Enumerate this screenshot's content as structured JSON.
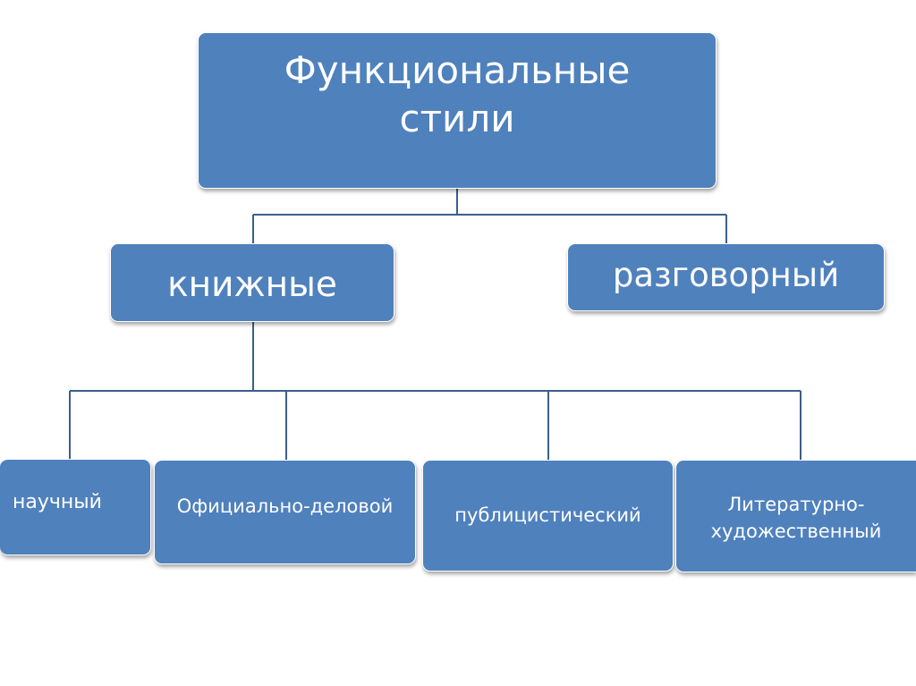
{
  "diagram": {
    "root": {
      "line1": "Функциональные",
      "line2": "стили"
    },
    "level1": {
      "bookish": "книжные",
      "colloquial": "разговорный"
    },
    "level2": {
      "scientific": "научный",
      "official": "Официально-деловой",
      "journalistic": "публицистический",
      "literary_line1": "Литературно-",
      "literary_line2": "художественный"
    },
    "colors": {
      "node_fill": "#4f81bd",
      "node_text": "#ffffff",
      "connector": "#3b5f8a",
      "background": "#ffffff"
    }
  }
}
